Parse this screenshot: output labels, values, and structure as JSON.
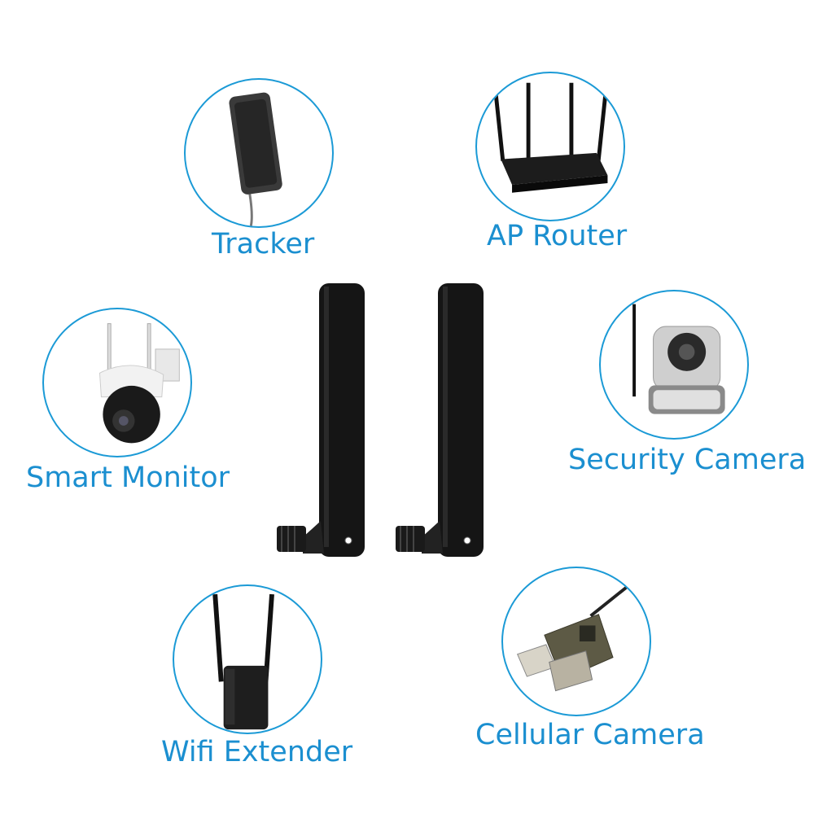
{
  "devices": [
    {
      "label": "Tracker",
      "icon": "tracker-icon"
    },
    {
      "label": "AP Router",
      "icon": "router-icon"
    },
    {
      "label": "Smart Monitor",
      "icon": "ptz-camera-icon"
    },
    {
      "label": "Security Camera",
      "icon": "security-camera-icon"
    },
    {
      "label": "Wifi Extender",
      "icon": "wifi-extender-icon"
    },
    {
      "label": "Cellular Camera",
      "icon": "trail-camera-icon"
    }
  ],
  "colors": {
    "accent": "#1b8fd0",
    "antenna": "#151515"
  }
}
